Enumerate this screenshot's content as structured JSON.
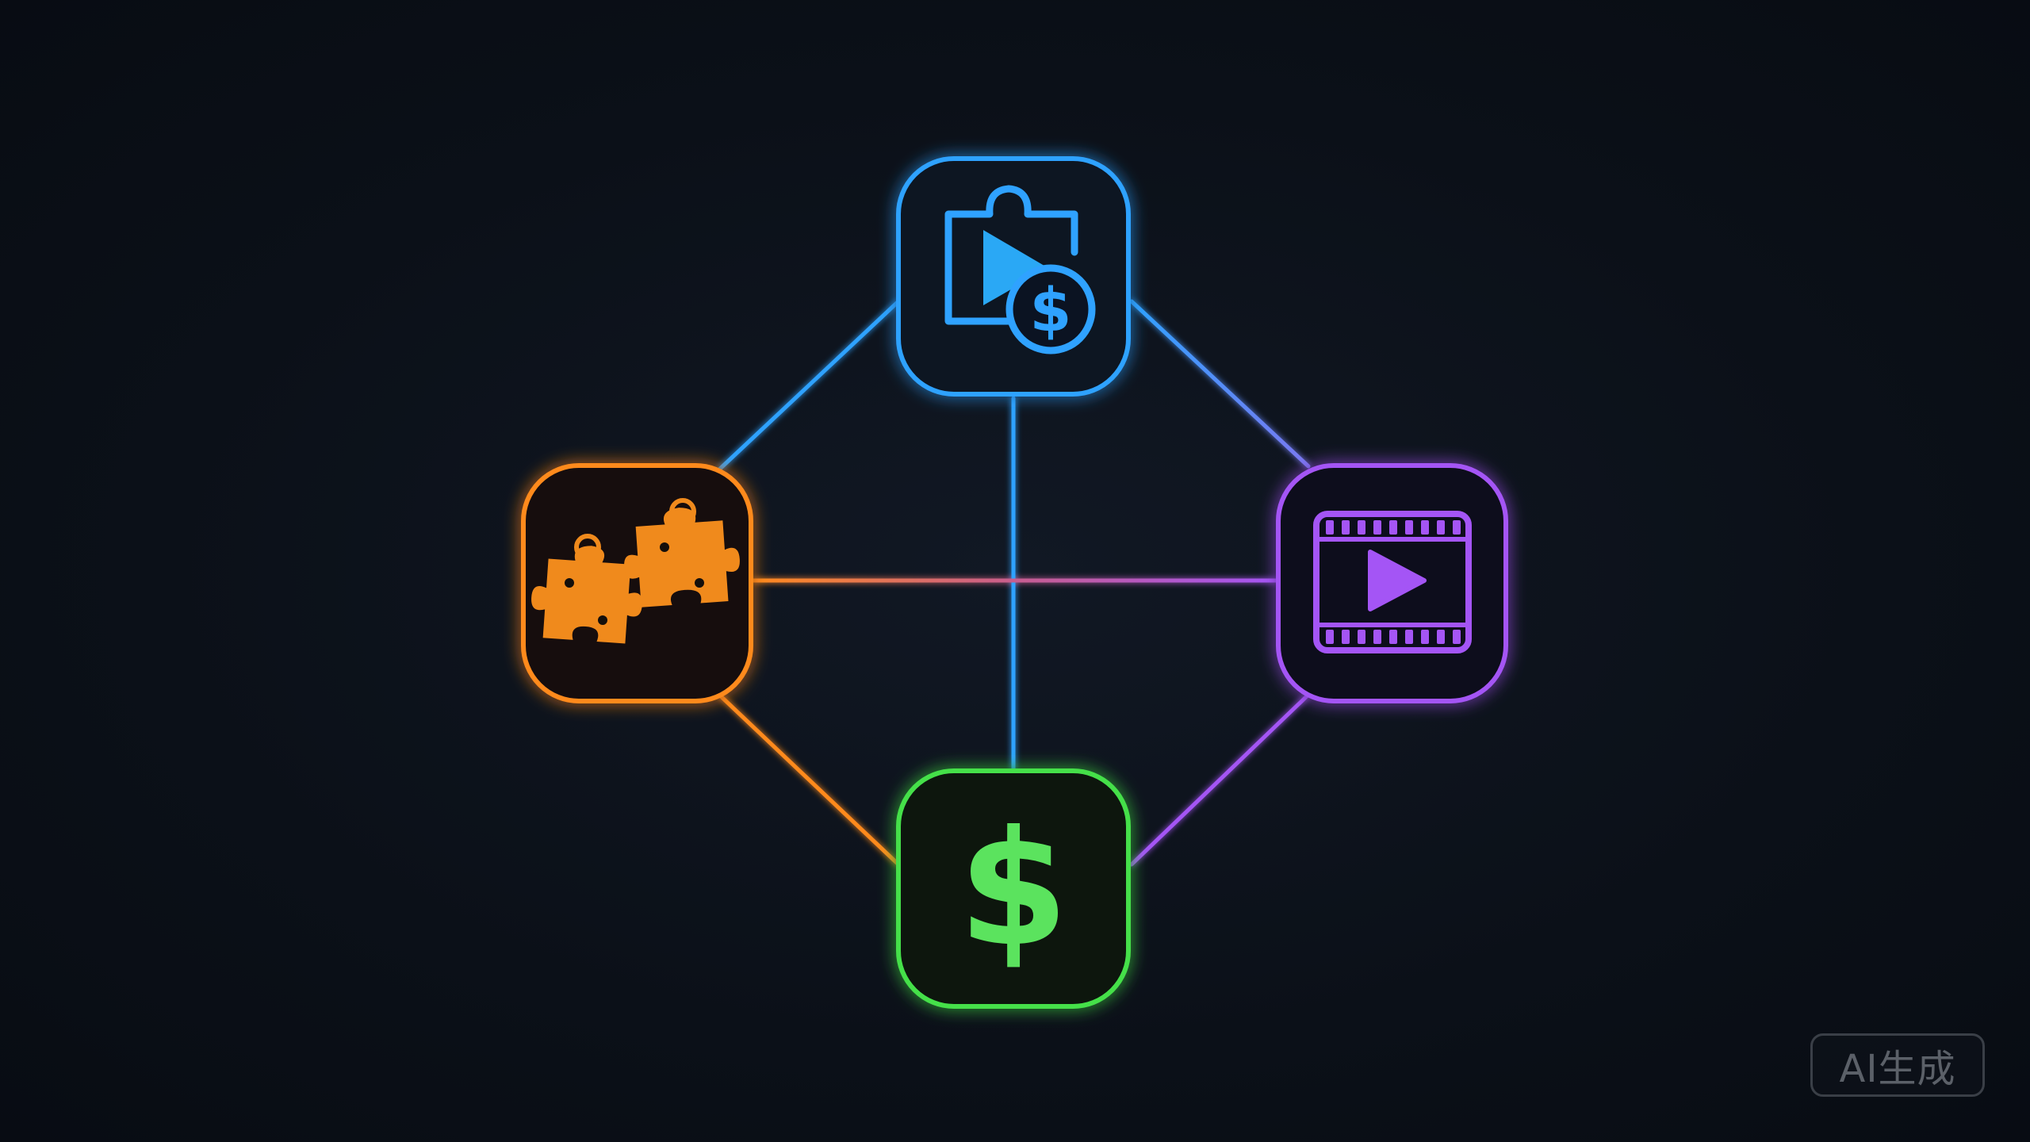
{
  "nodes": [
    {
      "id": "top",
      "icon": "video-monetization-puzzle-icon",
      "color": "#2fa2ff",
      "fill": "#1c7fe0"
    },
    {
      "id": "left",
      "icon": "puzzle-pieces-icon",
      "color": "#ff8a1e",
      "fill": "#f08a1c"
    },
    {
      "id": "right",
      "icon": "film-play-icon",
      "color": "#a455f5",
      "fill": "#a455f5"
    },
    {
      "id": "bottom",
      "icon": "dollar-sign-icon",
      "color": "#45e04a",
      "fill": "#5be35e"
    }
  ],
  "colors": {
    "background": "#0c111a",
    "blue": "#2fa2ff",
    "orange": "#ff8a1e",
    "purple": "#a455f5",
    "green": "#45e04a"
  },
  "icon_text": {
    "dollar": "$"
  },
  "badge": {
    "label": "AI生成"
  }
}
